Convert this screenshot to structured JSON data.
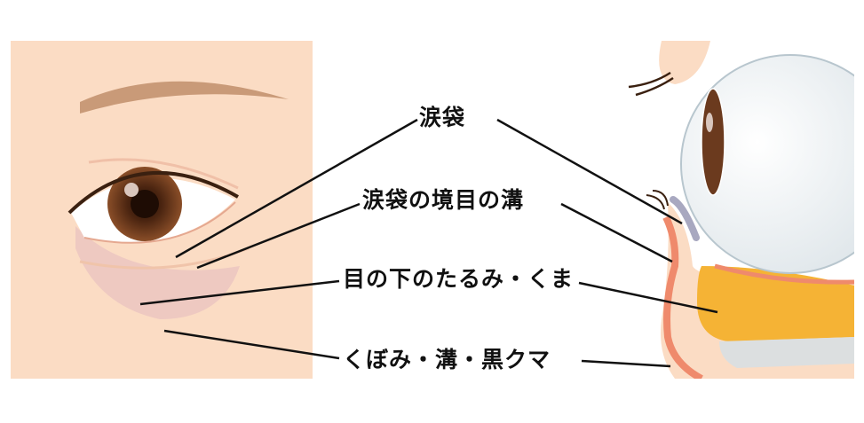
{
  "labels": {
    "tear_trough_bag": "涙袋",
    "tear_bag_border_groove": "涙袋の境目の溝",
    "under_eye_sag_dark_circle": "目の下のたるみ・くま",
    "hollow_groove_dark_circle": "くぼみ・溝・黒クマ"
  },
  "colors": {
    "skin": "#fbdcc4",
    "iris": "#6b3a1e",
    "fat": "#f5b335",
    "muscle": "#ef8a6c",
    "bone": "#dcdfe0",
    "tear_bag": "#a8a8c0",
    "eyeball": "#eef2f4"
  }
}
